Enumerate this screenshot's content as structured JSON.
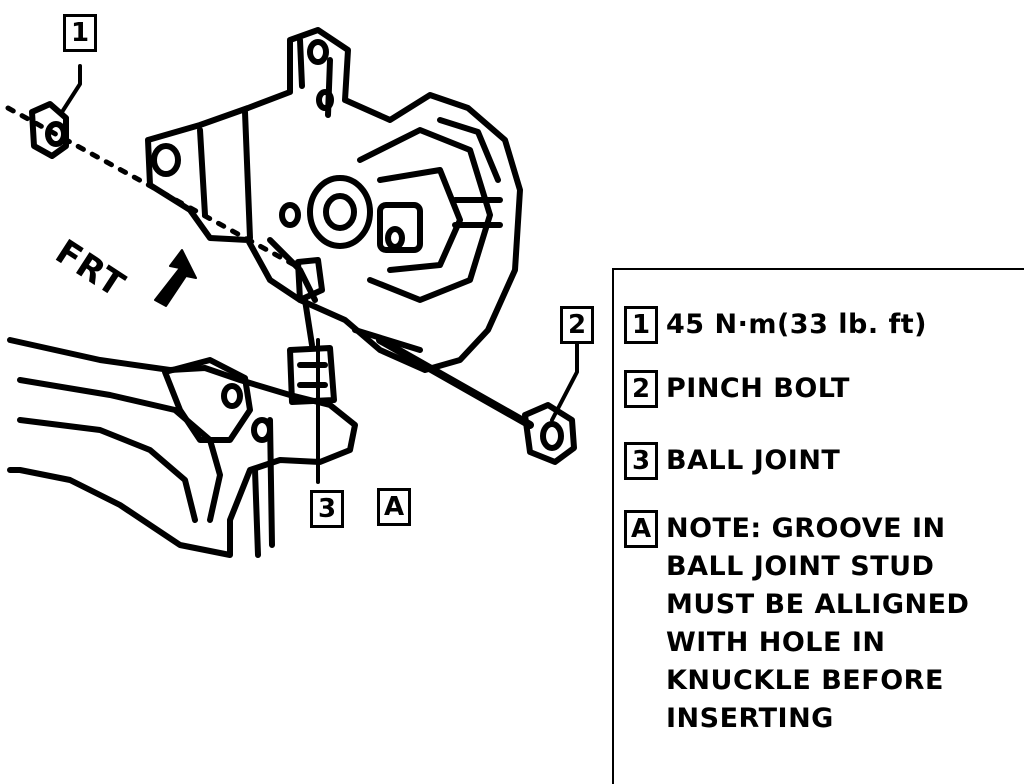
{
  "diagram": {
    "direction_label": "FRT",
    "callouts": {
      "c1": "1",
      "c2": "2",
      "c3": "3",
      "cA": "A"
    }
  },
  "legend": [
    {
      "key": "1",
      "text": "45 N·m(33 lb. ft)"
    },
    {
      "key": "2",
      "text": "PINCH BOLT"
    },
    {
      "key": "3",
      "text": "BALL JOINT"
    },
    {
      "key": "A",
      "text": "NOTE: GROOVE IN\nBALL JOINT STUD\nMUST BE ALLIGNED\nWITH HOLE IN\nKNUCKLE BEFORE\nINSERTING"
    }
  ]
}
